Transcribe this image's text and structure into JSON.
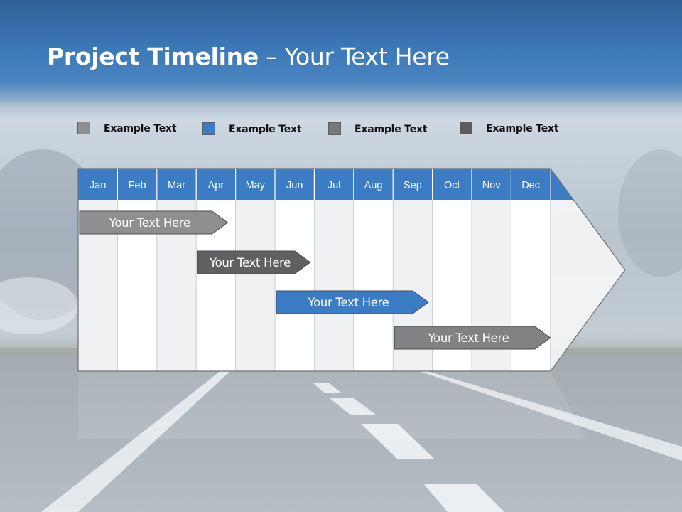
{
  "title": {
    "main": "Project Timeline",
    "separator": " – ",
    "sub": "Your Text Here"
  },
  "legend": [
    {
      "label": "Example Text",
      "color": "#8d8f91"
    },
    {
      "label": "Example Text",
      "color": "#3b7cc4"
    },
    {
      "label": "Example Text",
      "color": "#77797b"
    },
    {
      "label": "Example Text",
      "color": "#5a5c5e"
    }
  ],
  "timeline": {
    "months": [
      "Jan",
      "Feb",
      "Mar",
      "Apr",
      "May",
      "Jun",
      "Jul",
      "Aug",
      "Sep",
      "Oct",
      "Nov",
      "Dec"
    ],
    "header_color": "#3b7cc4",
    "tasks": [
      {
        "label": "Your  Text Here",
        "start": 0,
        "end": 3.8,
        "color": "#8d8f91"
      },
      {
        "label": "Your  Text Here",
        "start": 3,
        "end": 5.9,
        "color": "#5e6062"
      },
      {
        "label": "Your  Text Here",
        "start": 5,
        "end": 8.9,
        "color": "#3b7cc4"
      },
      {
        "label": "Your  Text Here",
        "start": 8,
        "end": 12,
        "color": "#808284"
      }
    ]
  }
}
